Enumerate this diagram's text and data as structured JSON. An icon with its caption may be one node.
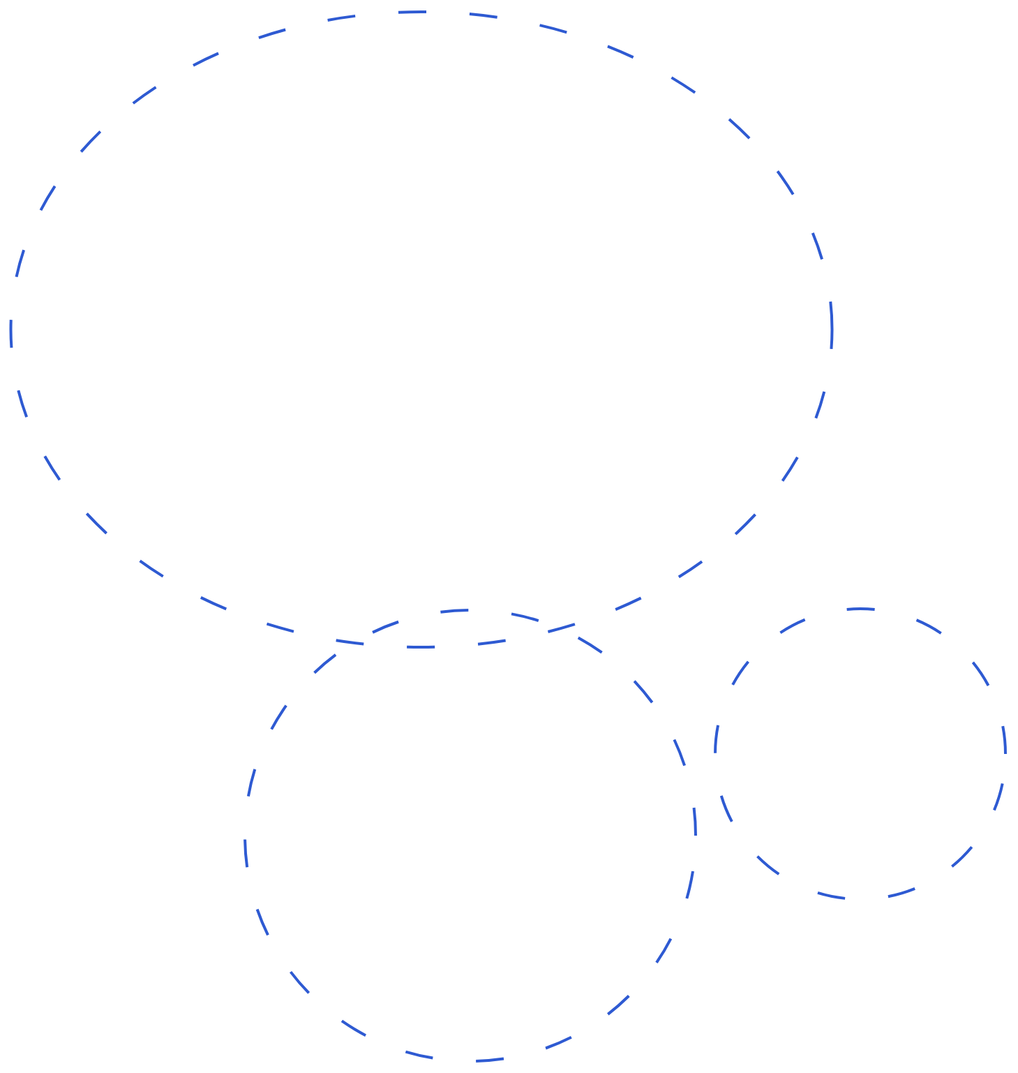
{
  "diagram": {
    "nodes": [
      {
        "text": [],
        "shape": "ellipse"
      },
      {
        "text": [],
        "shape": "circle"
      },
      {
        "text": [],
        "shape": "circle"
      }
    ]
  }
}
